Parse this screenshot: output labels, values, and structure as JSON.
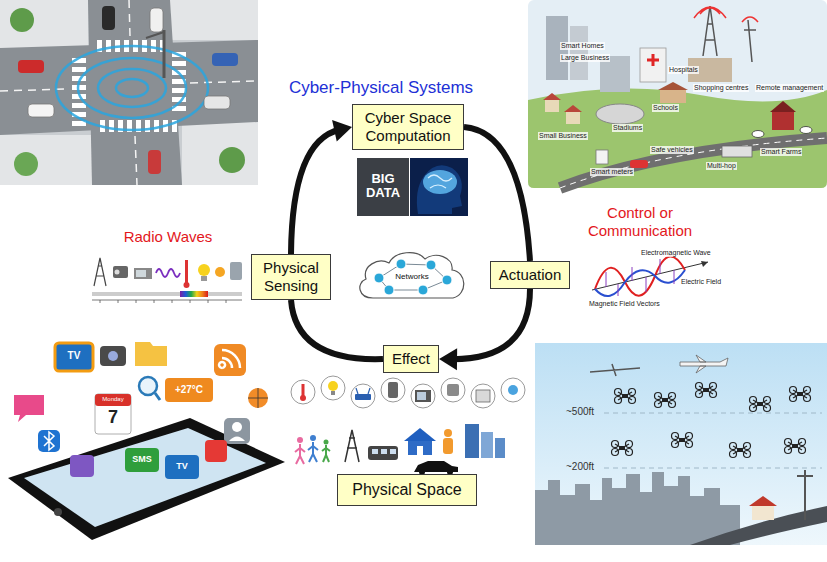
{
  "diagram": {
    "title": "Cyber-Physical Systems",
    "nodes": [
      {
        "text": [
          "Cyber Space Computation"
        ]
      },
      {
        "text": [
          "Physical Sensing"
        ]
      },
      {
        "text": [
          "Networks"
        ]
      },
      {
        "text": [
          "Actuation"
        ]
      },
      {
        "text": [
          "Effect"
        ]
      },
      {
        "text": [
          "Physical Space"
        ]
      }
    ],
    "edges": [
      {
        "from": 4,
        "to": 1,
        "arrow": "none"
      },
      {
        "from": 1,
        "to": 0,
        "arrow": "to"
      },
      {
        "from": 0,
        "to": 3,
        "arrow": "none"
      },
      {
        "from": 3,
        "to": 4,
        "arrow": "to"
      }
    ],
    "labels": [
      "Radio Waves",
      "Control or Communication",
      "BIG DATA",
      "~500ft",
      "~200ft",
      "Smart Homes",
      "Large Business",
      "Hospitals",
      "Shopping centres",
      "Remote management",
      "Small Business",
      "Stadiums",
      "Schools",
      "Safe vehicles",
      "Smart Farms",
      "Multi-hop",
      "Smart meters",
      "Electromagnetic Wave",
      "Magnetic Field Vectors",
      "Electric Field",
      "TV",
      "Monday",
      "7",
      "+27°C",
      "SMS",
      "TV"
    ]
  }
}
